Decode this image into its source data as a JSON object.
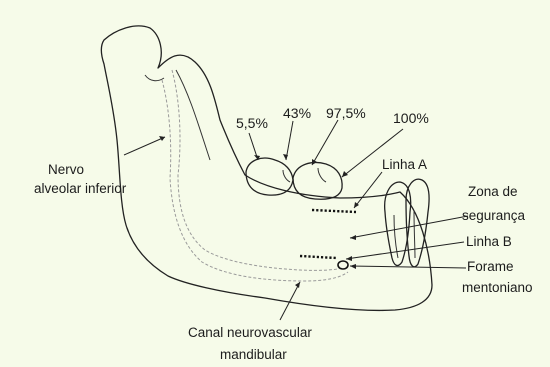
{
  "percentages": {
    "p1": "5,5%",
    "p2": "43%",
    "p3": "97,5%",
    "p4": "100%"
  },
  "labels": {
    "nervo_line1": "Nervo",
    "nervo_line2": "alveolar inferior",
    "linha_a": "Linha A",
    "zona_line1": "Zona de",
    "zona_line2": "segurança",
    "linha_b": "Linha B",
    "forame_line1": "Forame",
    "forame_line2": "mentoniano",
    "canal_line1": "Canal neurovascular",
    "canal_line2": "mandibular"
  },
  "colors": {
    "background": "#f6fbe9",
    "ink": "#222222",
    "canal": "#9a9a9a"
  }
}
